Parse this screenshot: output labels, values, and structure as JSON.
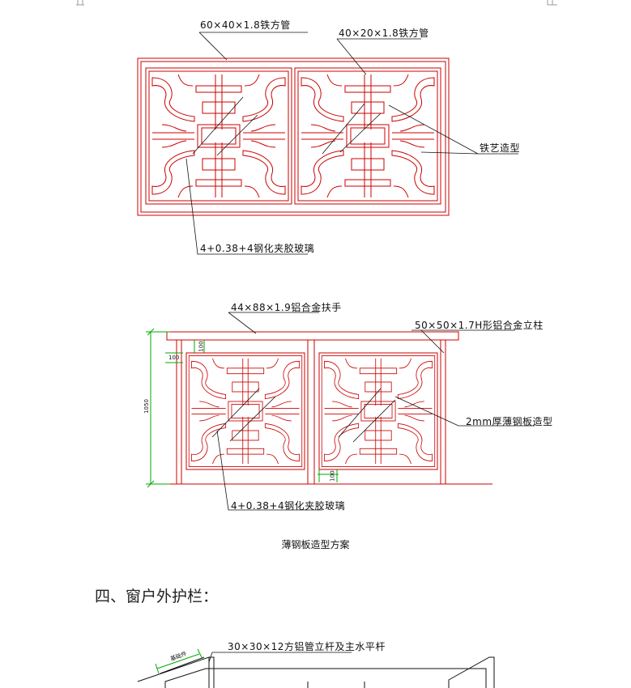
{
  "drawing1": {
    "pipe_main_label": "60×40×1.8铁方管",
    "pipe_inner_label": "40×20×1.8铁方管",
    "iron_art_label": "铁艺造型",
    "glass_label": "4+0.38+4钢化夹胶玻璃"
  },
  "drawing2": {
    "handrail_label": "44×88×1.9铝合金扶手",
    "post_label": "50×50×1.7H形铝合金立柱",
    "steel_plate_label": "2mm厚薄钢板造型",
    "glass_label": "4+0.38+4钢化夹胶玻璃",
    "dim_height": "1050",
    "dim_small_a": "100",
    "dim_small_b": "100",
    "dim_small_c": "100",
    "caption": "薄钢板造型方案"
  },
  "section": {
    "heading": "四、窗户外护栏："
  },
  "drawing3": {
    "tube_label": "30×30×12方铝管立杆及主水平杆",
    "dim_label": "基础件"
  },
  "colors": {
    "frame": "#cc0000",
    "dimension": "#00aa00",
    "leader": "#000000"
  }
}
